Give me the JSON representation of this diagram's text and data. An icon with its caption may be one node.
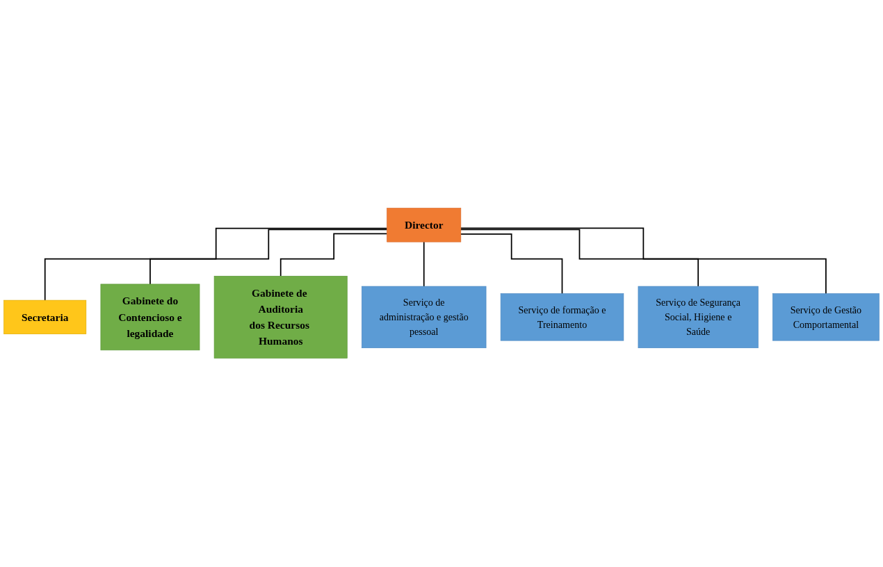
{
  "diagram": {
    "nodes": [
      {
        "text": [
          "Director"
        ]
      },
      {
        "text": [
          "Secretaria"
        ]
      },
      {
        "text": [
          "Gabinete do Contencioso e legalidade"
        ]
      },
      {
        "text": [
          "Gabinete de Auditoria dos Recursos Humanos"
        ]
      },
      {
        "text": [
          "Serviço de administração e gestão pessoal"
        ]
      },
      {
        "text": [
          "Serviço de formação e Treinamento"
        ]
      },
      {
        "text": [
          "Serviço de Segurança Social, Higiene e Saúde"
        ]
      },
      {
        "text": [
          "Serviço de Gestão Comportamental"
        ]
      }
    ],
    "edges": [
      {
        "from": 0,
        "to": 1,
        "arrow": "none"
      },
      {
        "from": 0,
        "to": 2,
        "arrow": "none"
      },
      {
        "from": 0,
        "to": 3,
        "arrow": "none"
      },
      {
        "from": 0,
        "to": 4,
        "arrow": "none"
      },
      {
        "from": 0,
        "to": 5,
        "arrow": "none"
      },
      {
        "from": 0,
        "to": 6,
        "arrow": "none"
      },
      {
        "from": 0,
        "to": 7,
        "arrow": "none"
      }
    ]
  }
}
